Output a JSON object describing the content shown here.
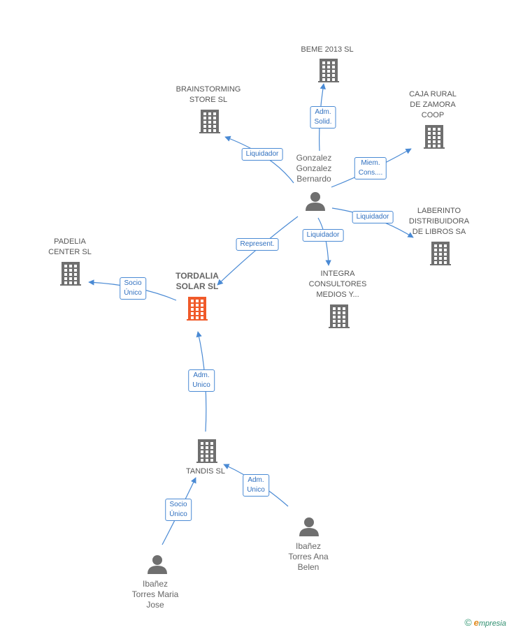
{
  "colors": {
    "edge": "#4a8ad4",
    "building": "#6f6f6f",
    "building_main": "#f05a2a",
    "person": "#6f6f6f"
  },
  "nodes": {
    "tordalia": {
      "label": [
        "TORDALIA",
        "SOLAR SL"
      ],
      "icon": "building-icon-highlighted"
    },
    "beme": {
      "label": [
        "BEME 2013 SL"
      ],
      "icon": "building-icon"
    },
    "brainstorming": {
      "label": [
        "BRAINSTORMING",
        "STORE SL"
      ],
      "icon": "building-icon"
    },
    "caja": {
      "label": [
        "CAJA RURAL",
        "DE ZAMORA",
        "COOP"
      ],
      "icon": "building-icon"
    },
    "laberinto": {
      "label": [
        "LABERINTO",
        "DISTRIBUIDORA",
        "DE LIBROS SA"
      ],
      "icon": "building-icon"
    },
    "integra": {
      "label": [
        "INTEGRA",
        "CONSULTORES",
        "MEDIOS Y..."
      ],
      "icon": "building-icon"
    },
    "padelia": {
      "label": [
        "PADELIA",
        "CENTER SL"
      ],
      "icon": "building-icon"
    },
    "tandis": {
      "label": [
        "TANDIS SL"
      ],
      "icon": "building-icon"
    },
    "gonzalez": {
      "label": [
        "Gonzalez",
        "Gonzalez",
        "Bernardo"
      ],
      "icon": "person-icon"
    },
    "ibanez_ana": {
      "label": [
        "Ibañez",
        "Torres Ana",
        "Belen"
      ],
      "icon": "person-icon"
    },
    "ibanez_maria": {
      "label": [
        "Ibañez",
        "Torres Maria",
        "Jose"
      ],
      "icon": "person-icon"
    }
  },
  "relations": {
    "gonzalez_beme": [
      "Adm.",
      "Solid."
    ],
    "gonzalez_brainstorming": [
      "Liquidador"
    ],
    "gonzalez_caja": [
      "Miem.",
      "Cons...."
    ],
    "gonzalez_laberinto": [
      "Liquidador"
    ],
    "gonzalez_integra": [
      "Liquidador"
    ],
    "gonzalez_tordalia": [
      "Represent."
    ],
    "tordalia_padelia": [
      "Socio",
      "Único"
    ],
    "tandis_tordalia": [
      "Adm.",
      "Unico"
    ],
    "ana_tandis": [
      "Adm.",
      "Unico"
    ],
    "maria_tandis": [
      "Socio",
      "Único"
    ]
  },
  "brand": {
    "symbol": "©",
    "initial": "e",
    "name": "mpresia"
  }
}
